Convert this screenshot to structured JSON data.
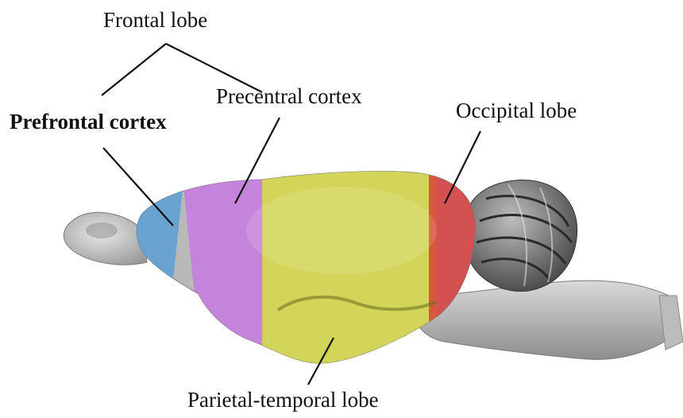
{
  "labels": {
    "frontal_lobe": "Frontal lobe",
    "prefrontal_cortex": "Prefrontal cortex",
    "precentral_cortex": "Precentral cortex",
    "occipital_lobe": "Occipital lobe",
    "parietal_temporal_lobe": "Parietal-temporal lobe"
  },
  "colors": {
    "prefrontal": "#5a9fd6",
    "precentral": "#c77ae0",
    "parietal_temporal": "#d6d84c",
    "occipital": "#d93a3a",
    "brain_gray": "#b9b9b9",
    "leader_line": "#111111"
  }
}
